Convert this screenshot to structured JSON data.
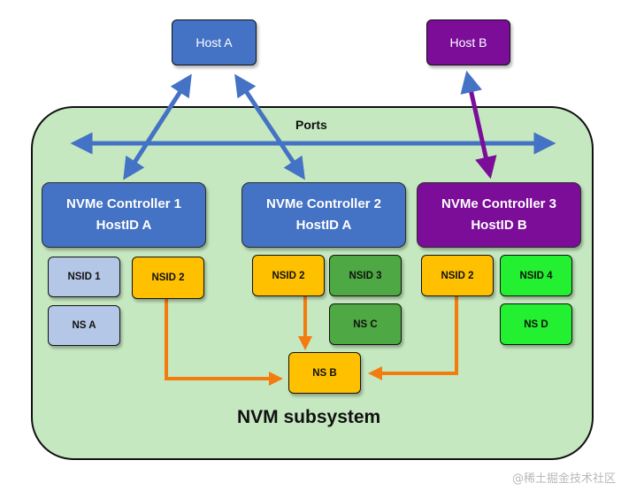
{
  "hosts": [
    {
      "label": "Host A",
      "color": "#4472c4"
    },
    {
      "label": "Host B",
      "color": "#7b0d99"
    }
  ],
  "ports_label": "Ports",
  "subsystem_label": "NVM subsystem",
  "controllers": [
    {
      "line1": "NVMe Controller 1",
      "line2": "HostID A",
      "color": "#4472c4"
    },
    {
      "line1": "NVMe Controller 2",
      "line2": "HostID A",
      "color": "#4472c4"
    },
    {
      "line1": "NVMe Controller 3",
      "line2": "HostID B",
      "color": "#7b0d99"
    }
  ],
  "namespaces": {
    "nsid1": "NSID 1",
    "ns_a": "NS A",
    "c1_nsid2": "NSID 2",
    "c2_nsid2": "NSID 2",
    "nsid3": "NSID 3",
    "ns_c": "NS C",
    "c3_nsid2": "NSID 2",
    "nsid4": "NSID 4",
    "ns_d": "NS D",
    "ns_b": "NS B"
  },
  "colors": {
    "subsystem_bg": "#c5e8c0",
    "orange_arrow": "#f47c0f",
    "shared_ns": "#ffc000",
    "private_ns_a": "#b4c7e7",
    "private_ns_c": "#4ea843",
    "private_ns_d": "#22f030",
    "blue_arrow": "#4472c4",
    "purple_arrow": "#7b0d99"
  },
  "watermark": "@稀土掘金技术社区"
}
